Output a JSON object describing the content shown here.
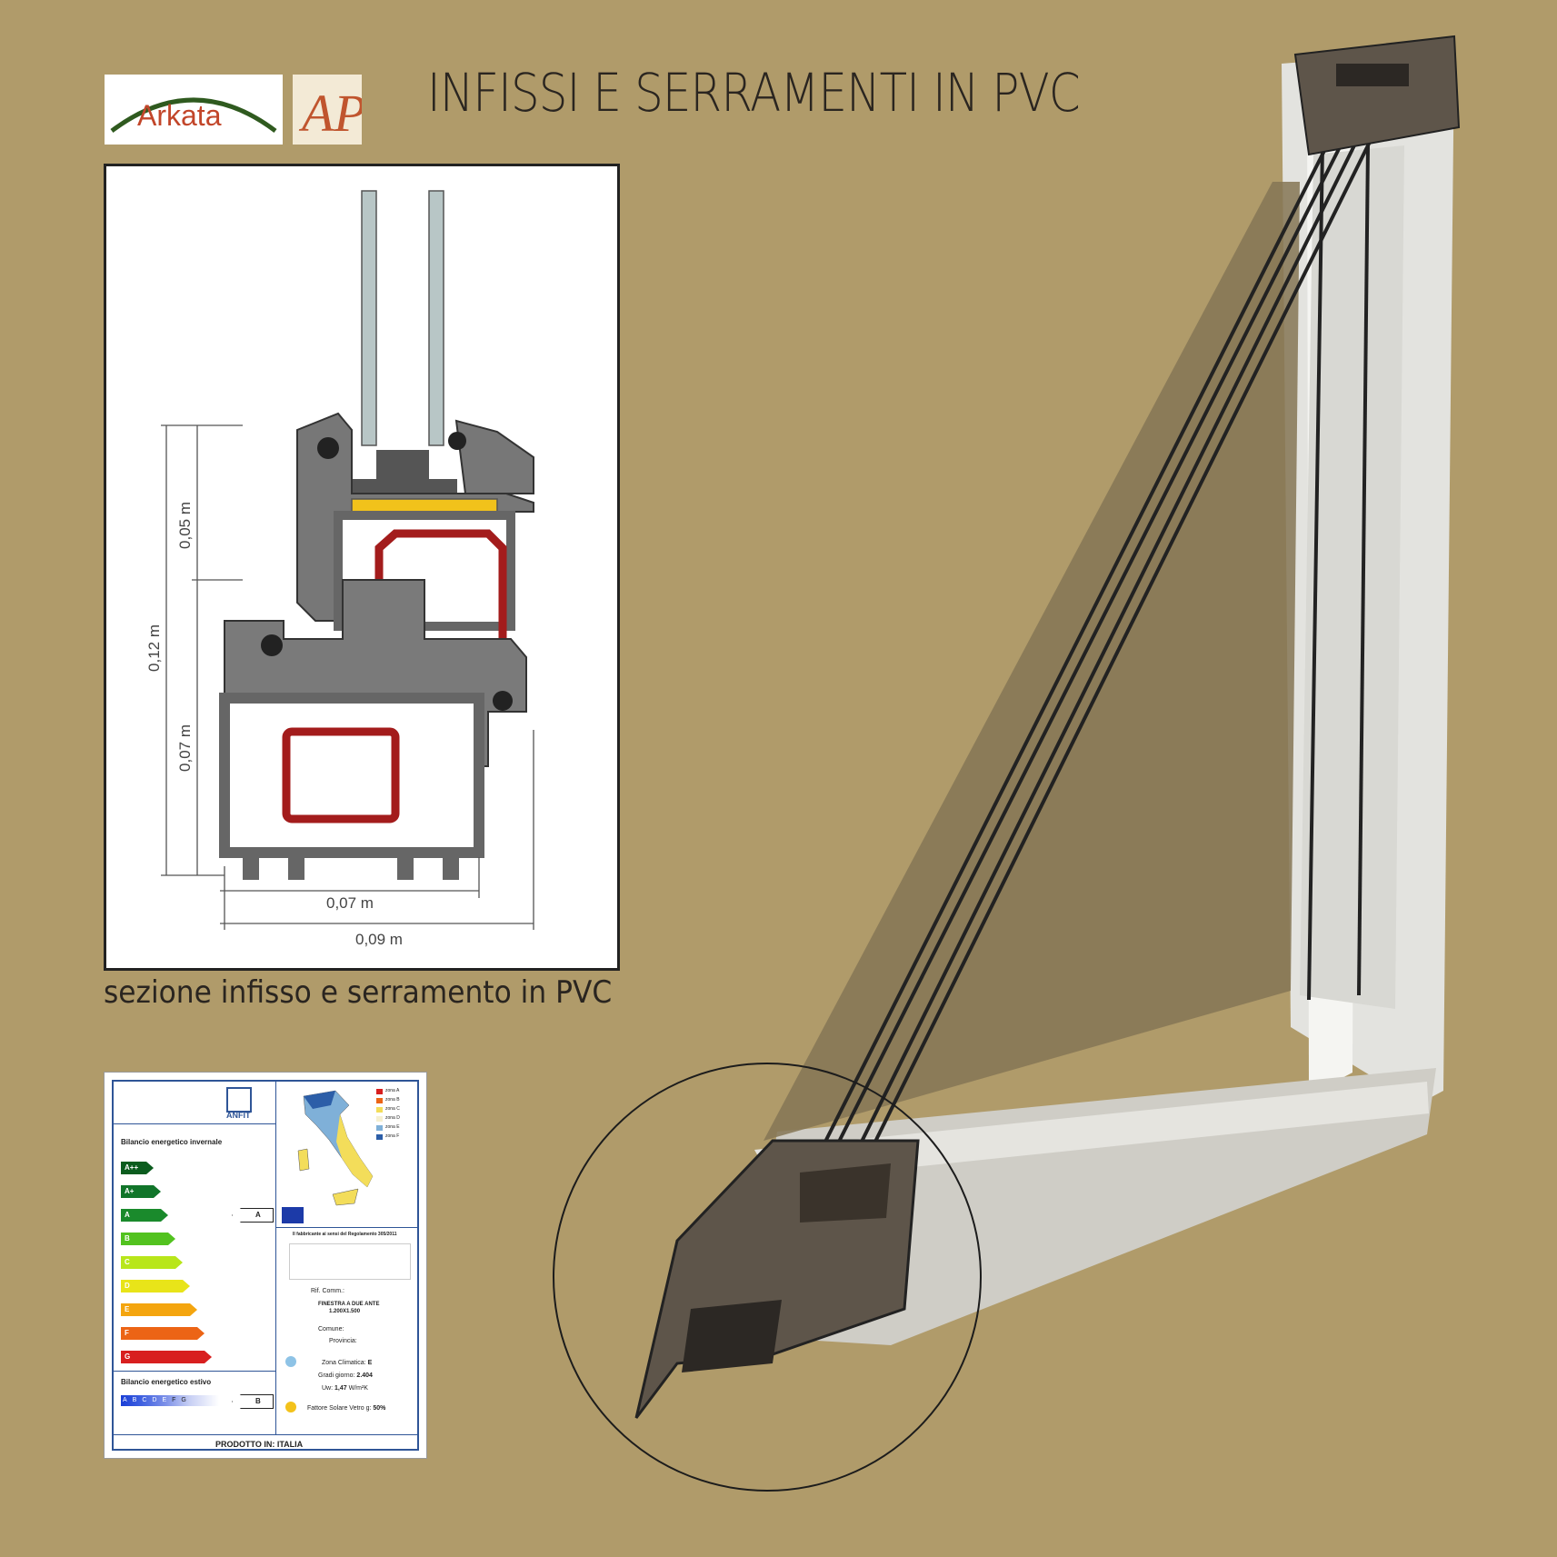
{
  "header": {
    "title": "INFISSI E SERRAMENTI IN PVC",
    "logo_text": "Arkata",
    "monogram": "AP"
  },
  "section": {
    "caption": "sezione infisso e serramento in PVC",
    "dimensions": {
      "d1": "0,05 m",
      "d2": "0,12 m",
      "d3": "0,07 m",
      "d4": "0,07 m",
      "d5": "0,09 m"
    }
  },
  "energy_label": {
    "brand": "ANFIT",
    "winter_title": "Bilancio energetico invernale",
    "winter_classes": [
      "A++",
      "A+",
      "A",
      "B",
      "C",
      "D",
      "E",
      "F",
      "G"
    ],
    "winter_rating": "A",
    "summer_title": "Bilancio energetico estivo",
    "summer_classes": [
      "A",
      "B",
      "C",
      "D",
      "E",
      "F",
      "G"
    ],
    "summer_rating": "B",
    "zones": [
      "zona A",
      "zona B",
      "zona C",
      "zona D",
      "zona E",
      "zona F"
    ],
    "manufacturer_note": "Il fabbricante ai sensi del Regolamento 305/2011",
    "ref_label": "Rif. Comm.:",
    "product_line1": "FINESTRA A DUE ANTE",
    "product_line2": "1.200X1.500",
    "comune_label": "Comune:",
    "provincia_label": "Provincia:",
    "zona_label": "Zona Climatica:",
    "zona_value": "E",
    "gradi_label": "Gradi giorno:",
    "gradi_value": "2.404",
    "uw_label": "Uw:",
    "uw_value": "1,47",
    "uw_unit": "W/m²K",
    "solar_label": "Fattore Solare Vetro g:",
    "solar_value": "50%",
    "footer": "PRODOTTO IN: ITALIA"
  },
  "colors": {
    "background": "#b09b6a",
    "profile_grey": "#666666",
    "reinforcement": "#a31c1c",
    "gasket": "#f1c21b",
    "glass": "#b8c6c6"
  }
}
